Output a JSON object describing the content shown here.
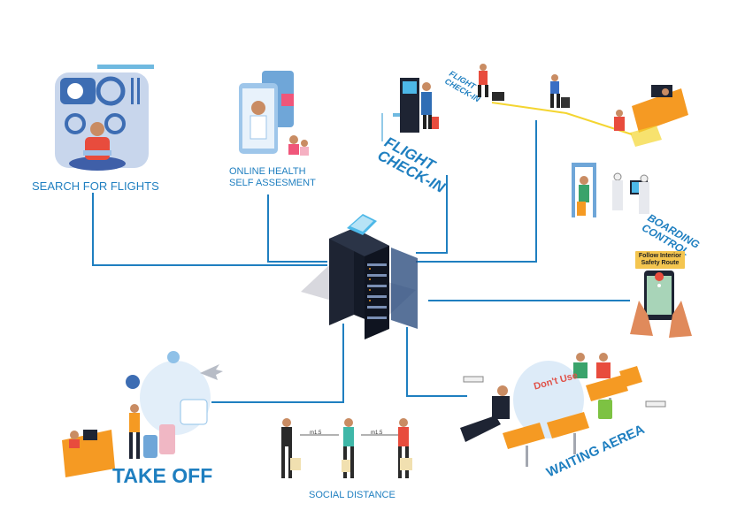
{
  "labels": {
    "search_flights": "SEARCH FOR FLIGHTS",
    "health_line1": "ONLINE HEALTH",
    "health_line2": "SELF ASSESMENT",
    "checkin_line1": "FLIGHT",
    "checkin_line2": "CHECK-IN",
    "checkin_small_line1": "FLIGHT",
    "checkin_small_line2": "CHECK-IN",
    "boarding_line1": "BOARDING",
    "boarding_line2": "CONTROL",
    "follow_line1": "Follow Interior",
    "follow_line2": "Safety Route",
    "waiting_area": "WAITING AEREA",
    "dont_use": "Don't Use",
    "social_distance": "SOCIAL DISTANCE",
    "distance_1": "m1.5",
    "distance_2": "m1.5",
    "take_off": "TAKE OFF"
  },
  "colors": {
    "connector": "#1f7fc0",
    "label_blue": "#1f7fc0",
    "orange": "#f59a23",
    "teal": "#3fb7a8",
    "server_dark": "#1e2433",
    "server_light": "#3a5a8a",
    "sign_yellow": "#f4c54f"
  }
}
